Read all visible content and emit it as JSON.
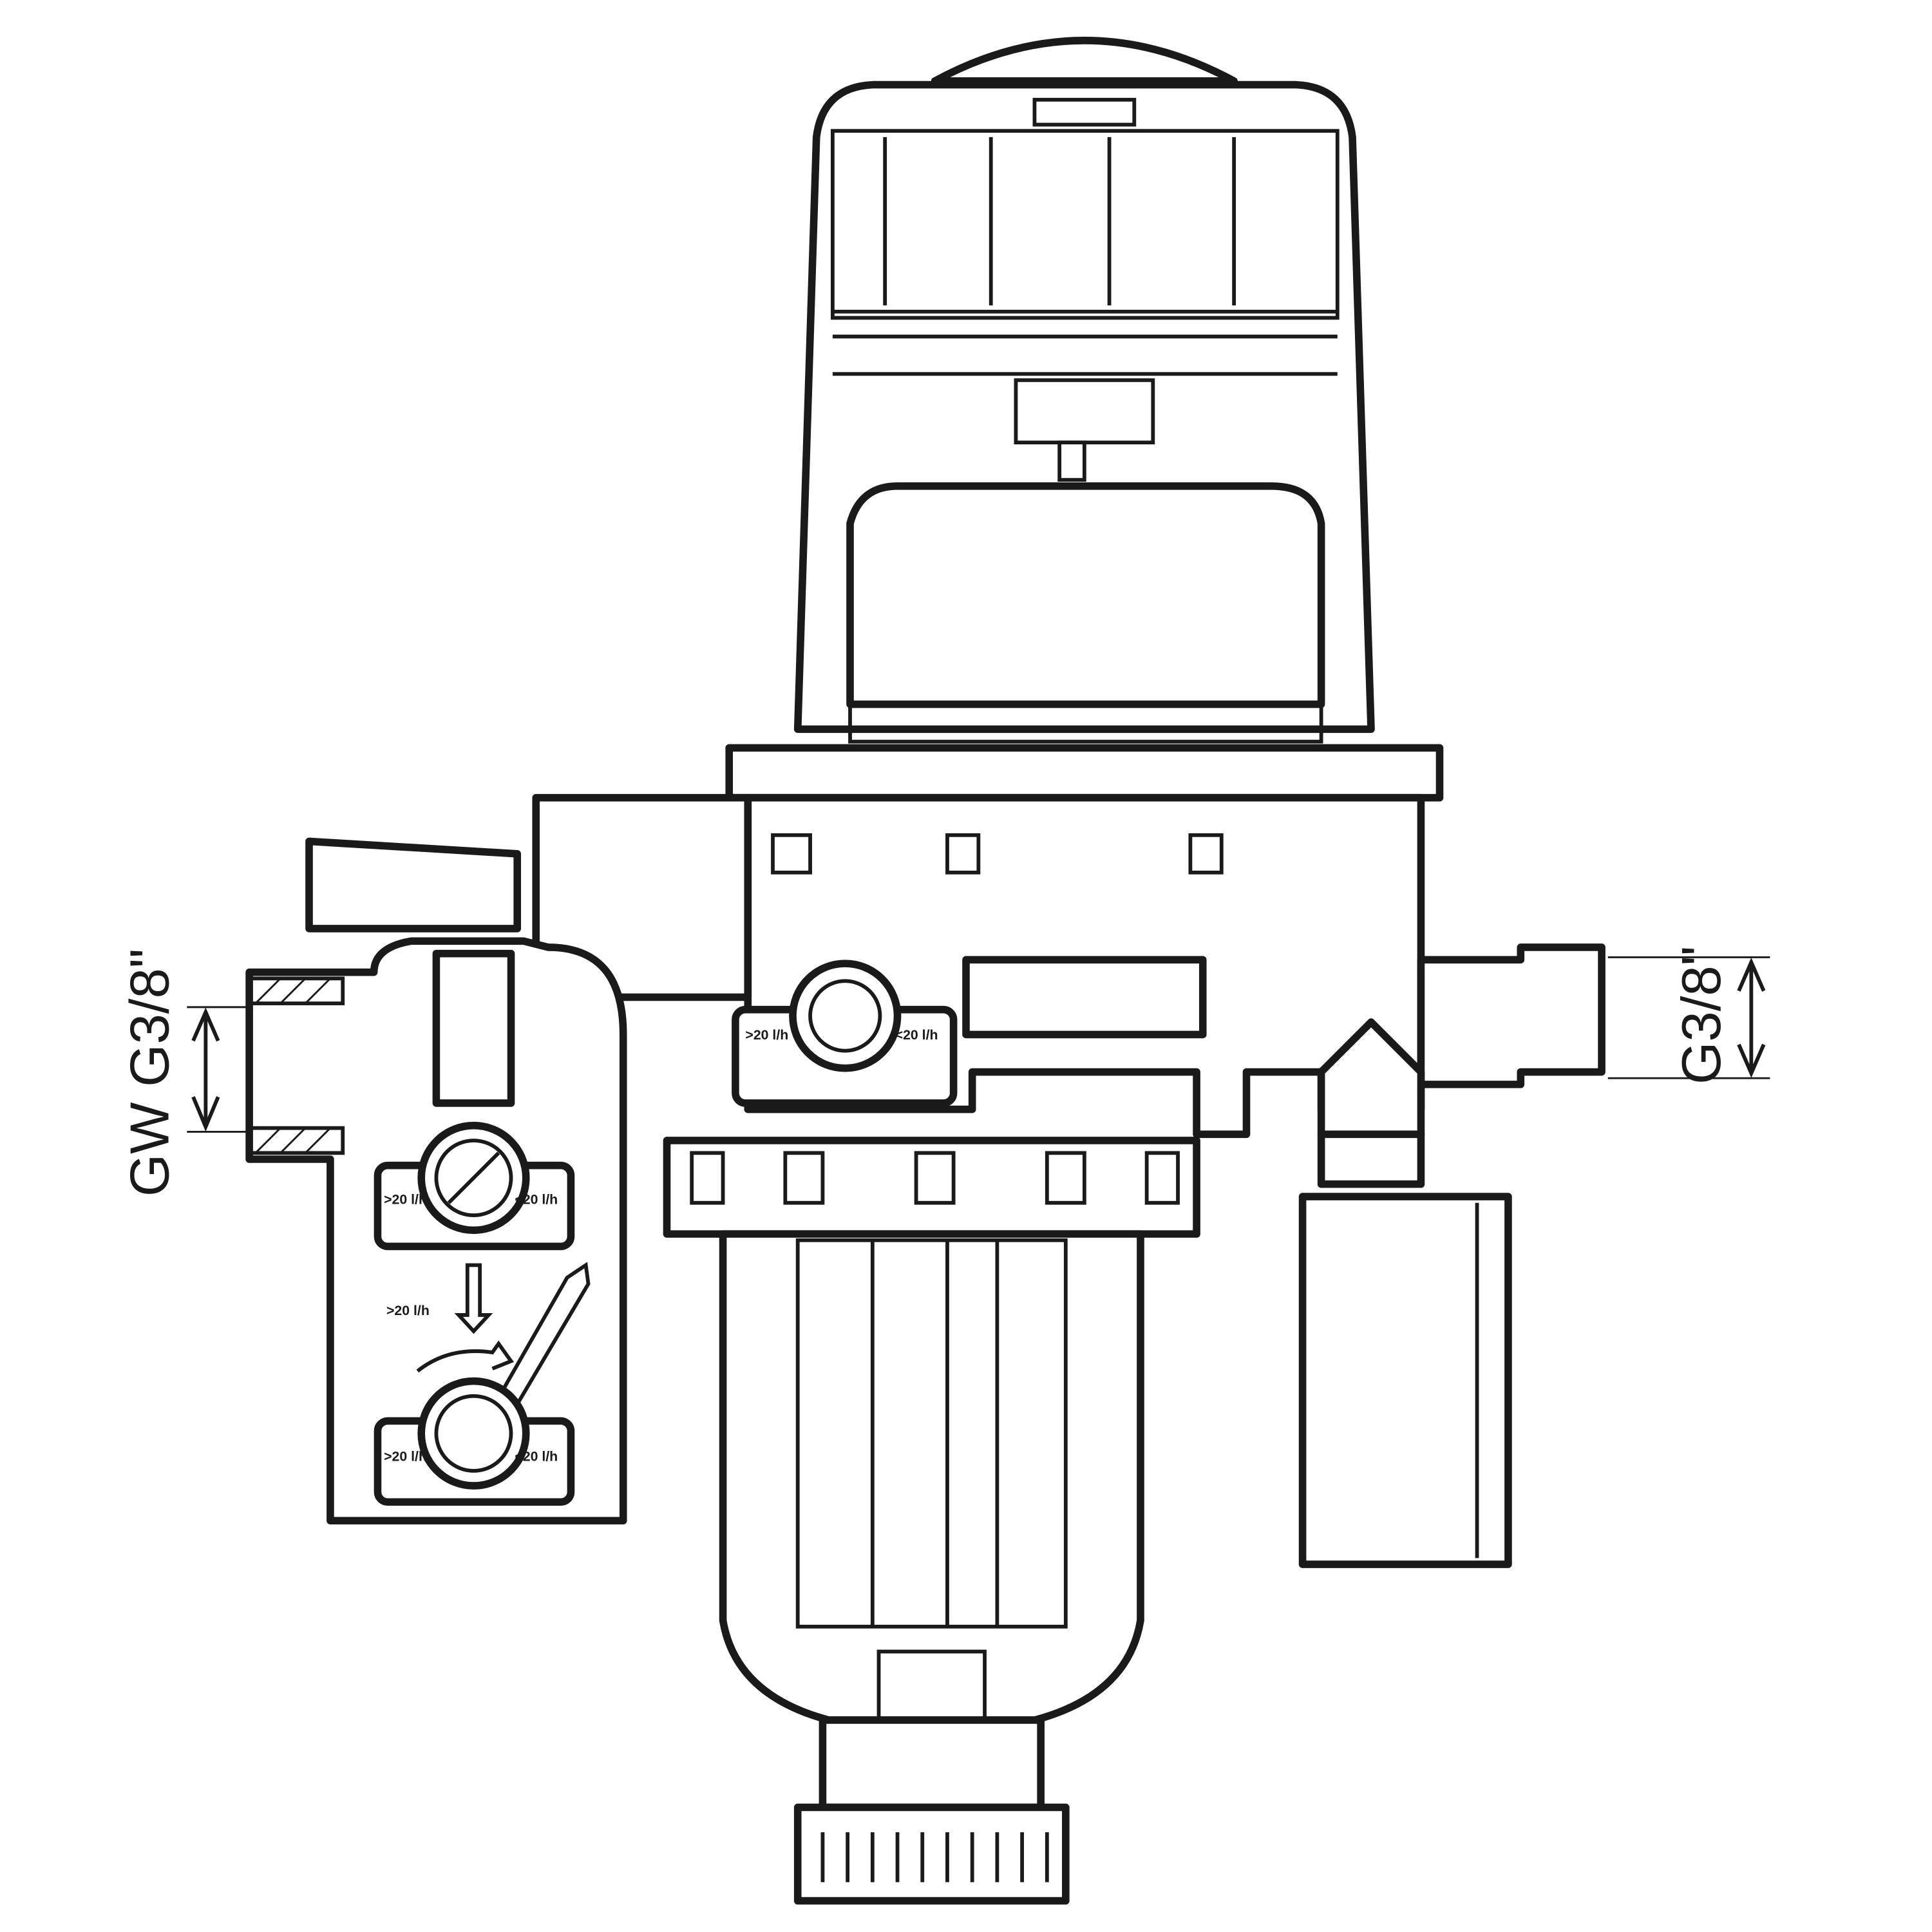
{
  "dimensions": {
    "inlet_label": "GW G3/8\"",
    "outlet_label": "G3/8\""
  },
  "valve_labels": {
    "flow_above": ">20 l/h",
    "flow_below": "<20 l/h",
    "instruction": ">20 l/h"
  },
  "colors": {
    "line": "#1a1a1a",
    "background": "#ffffff"
  }
}
